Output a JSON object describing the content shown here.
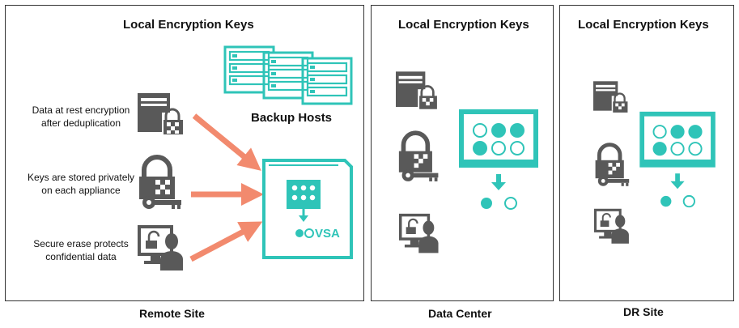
{
  "colors": {
    "teal": "#2fc4b8",
    "gray": "#595959",
    "arrow": "#f28a6e",
    "border": "#333333"
  },
  "remote": {
    "title": "Local Encryption Keys",
    "caption": "Remote Site",
    "backup_hosts": "Backup Hosts",
    "label1": "Data at rest encryption after deduplication",
    "label2": "Keys are stored privately on each appliance",
    "label3": "Secure erase protects confidential data",
    "vsa_label": "VSA"
  },
  "datacenter": {
    "title": "Local Encryption Keys",
    "caption": "Data Center"
  },
  "dr": {
    "title": "Local Encryption Keys",
    "caption": "DR Site"
  },
  "icons": [
    "server-lock-icon",
    "padlock-key-icon",
    "secure-erase-icon",
    "backup-host-icon",
    "vsa-appliance-icon",
    "dedup-dots-icon"
  ]
}
